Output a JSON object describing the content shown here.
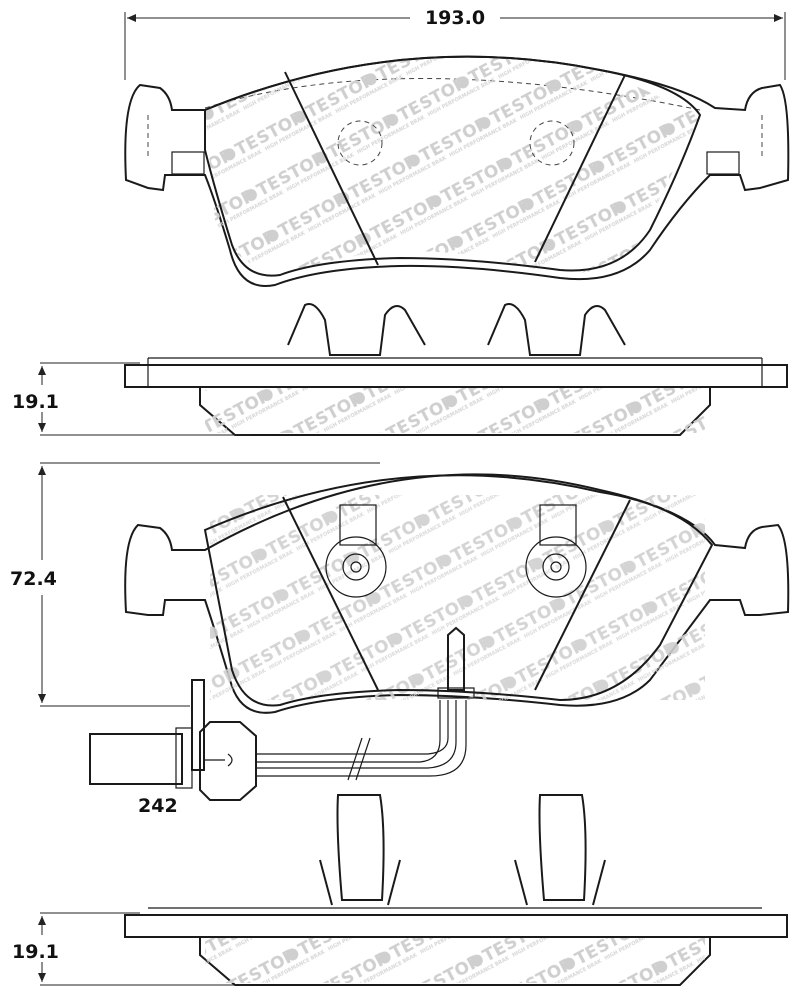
{
  "dimensions": {
    "width": "193.0",
    "thickness_top": "19.1",
    "height": "72.4",
    "sensor_length": "242",
    "thickness_bottom": "19.1"
  },
  "watermark": {
    "brand": "STOPTECH",
    "tagline": "HIGH PERFORMANCE BRAKE SYSTEMS"
  }
}
